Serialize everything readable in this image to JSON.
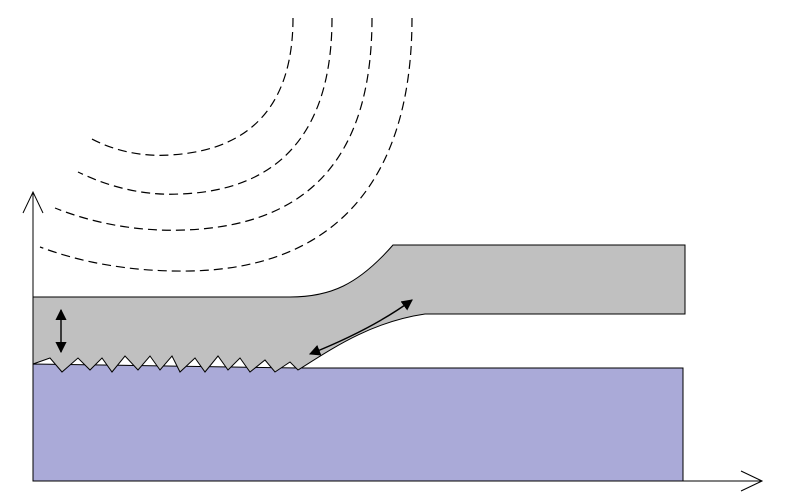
{
  "diagram": {
    "colors": {
      "background": "#ffffff",
      "stroke": "#000000",
      "layer_fill": "#c0c0c0",
      "substrate_fill": "#aaaad8",
      "wave_stroke": "#000000"
    },
    "elements": {
      "vertical_axis": "arrow-up",
      "horizontal_axis": "arrow-right",
      "waves": "dashed-concentric-arcs",
      "thickness_indicator": "double-arrow-vertical",
      "slide_indicator": "double-arrow-curved",
      "interface": "zigzag-rough-boundary"
    },
    "wave_count": 4
  }
}
